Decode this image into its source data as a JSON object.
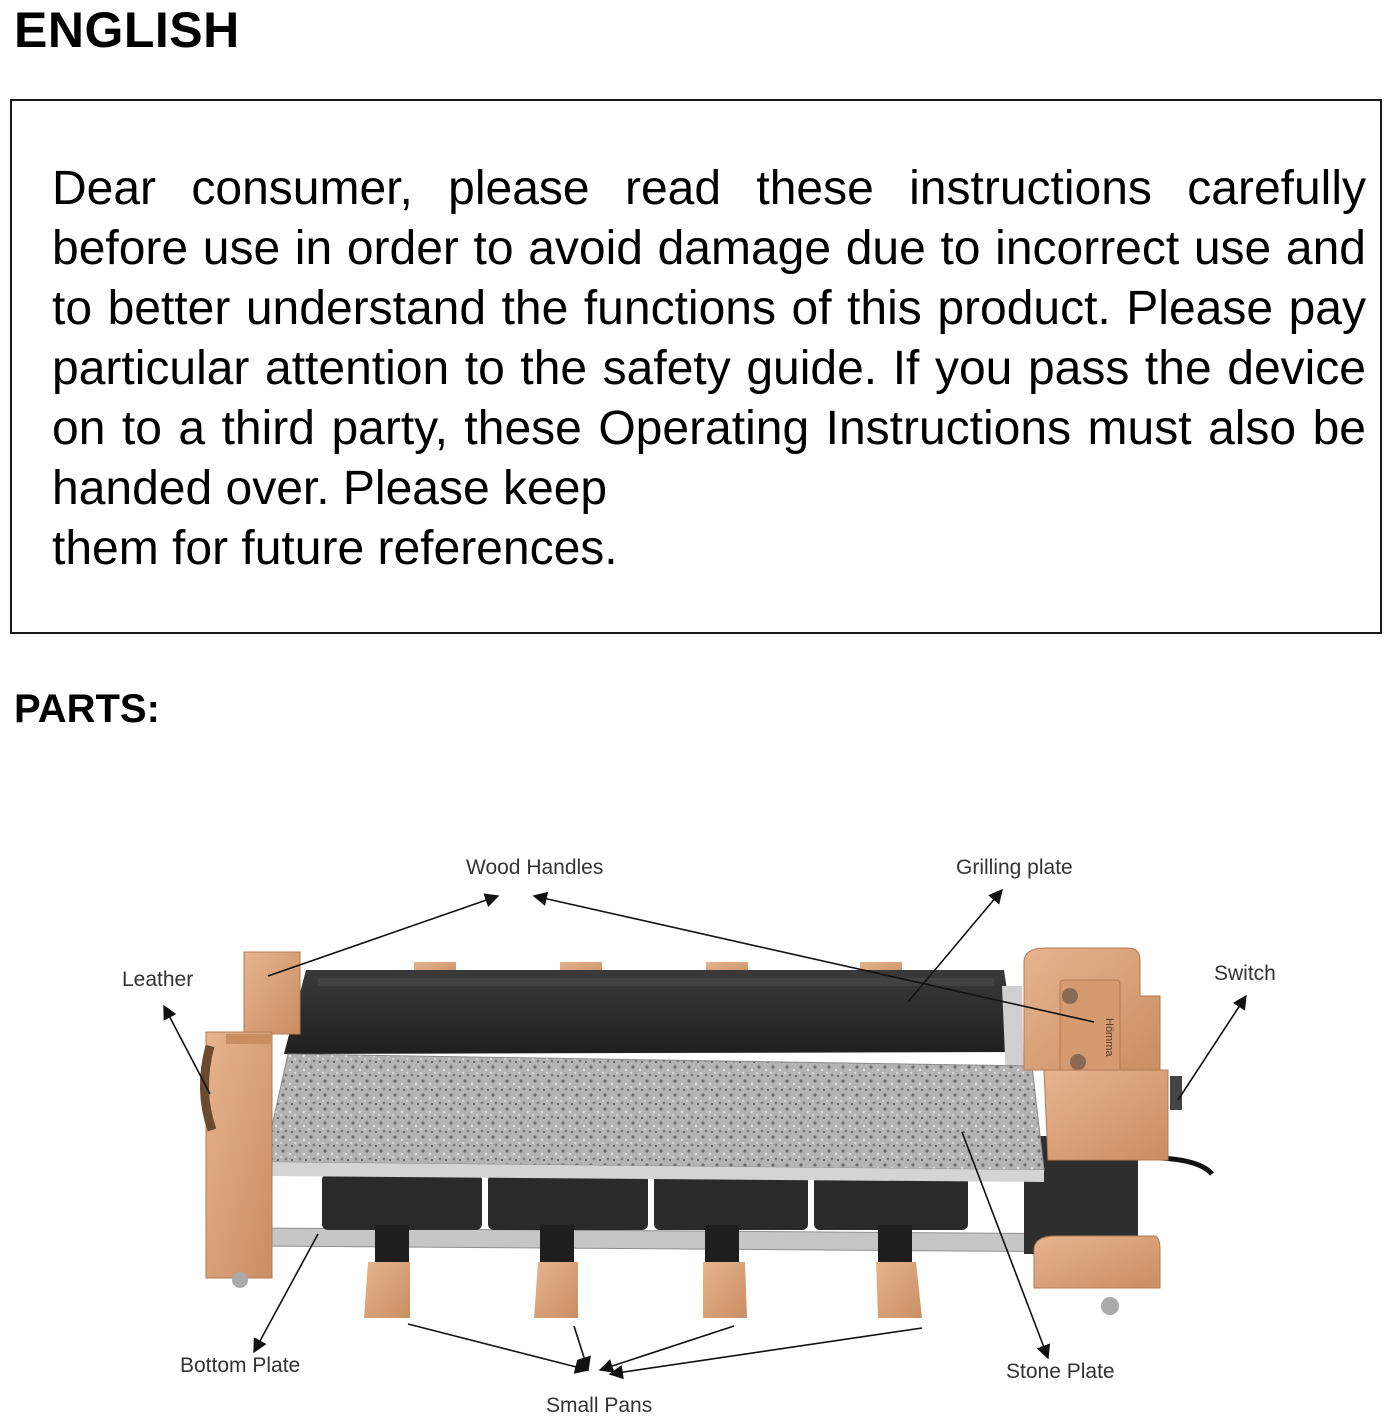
{
  "header": {
    "title": "ENGLISH"
  },
  "notice": {
    "text_main": "Dear consumer, please read these instructions carefully before use in order to avoid damage due to incorrect use and to better understand the functions of this product. Please pay particular attention to the safety guide. If you pass the device on to a third party, these Operating Instructions must also be handed over. Please keep",
    "text_last": "them for future references."
  },
  "parts": {
    "title": "PARTS:",
    "labels": {
      "wood_handles": "Wood Handles",
      "grilling_plate": "Grilling plate",
      "leather": "Leather",
      "switch": "Switch",
      "bottom_plate": "Bottom Plate",
      "stone_plate": "Stone Plate",
      "small_pans": "Small Pans"
    },
    "brand_mark": "Hömma"
  },
  "colors": {
    "wood": "#d9a07a",
    "grill": "#2b2b2b",
    "stone": "#a9a9a9",
    "border": "#1a1a1a"
  }
}
